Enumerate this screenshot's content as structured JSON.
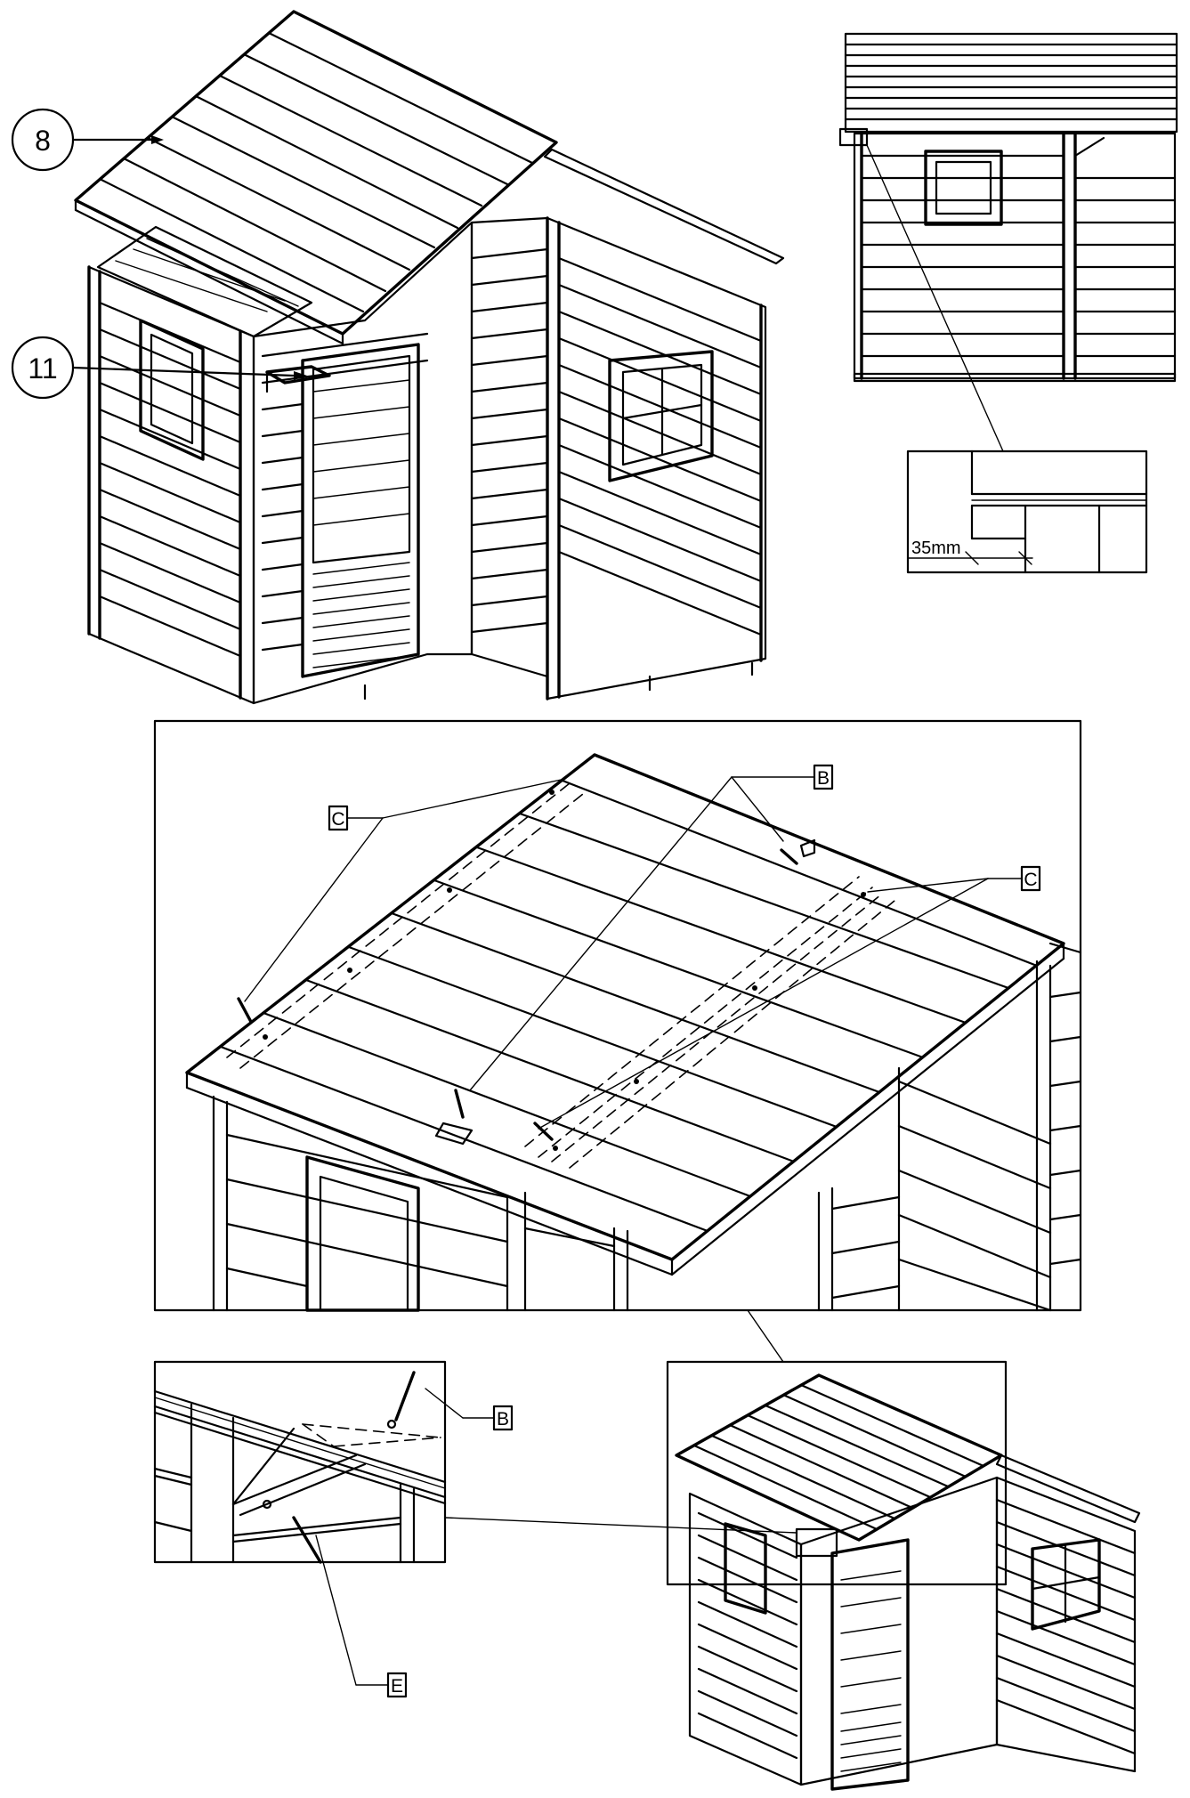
{
  "callouts": {
    "roof_panel": "8",
    "gable_part": "11",
    "fastener_b": "B",
    "fastener_c": "C",
    "fastener_e": "E"
  },
  "dimensions": {
    "overhang": "35mm"
  }
}
